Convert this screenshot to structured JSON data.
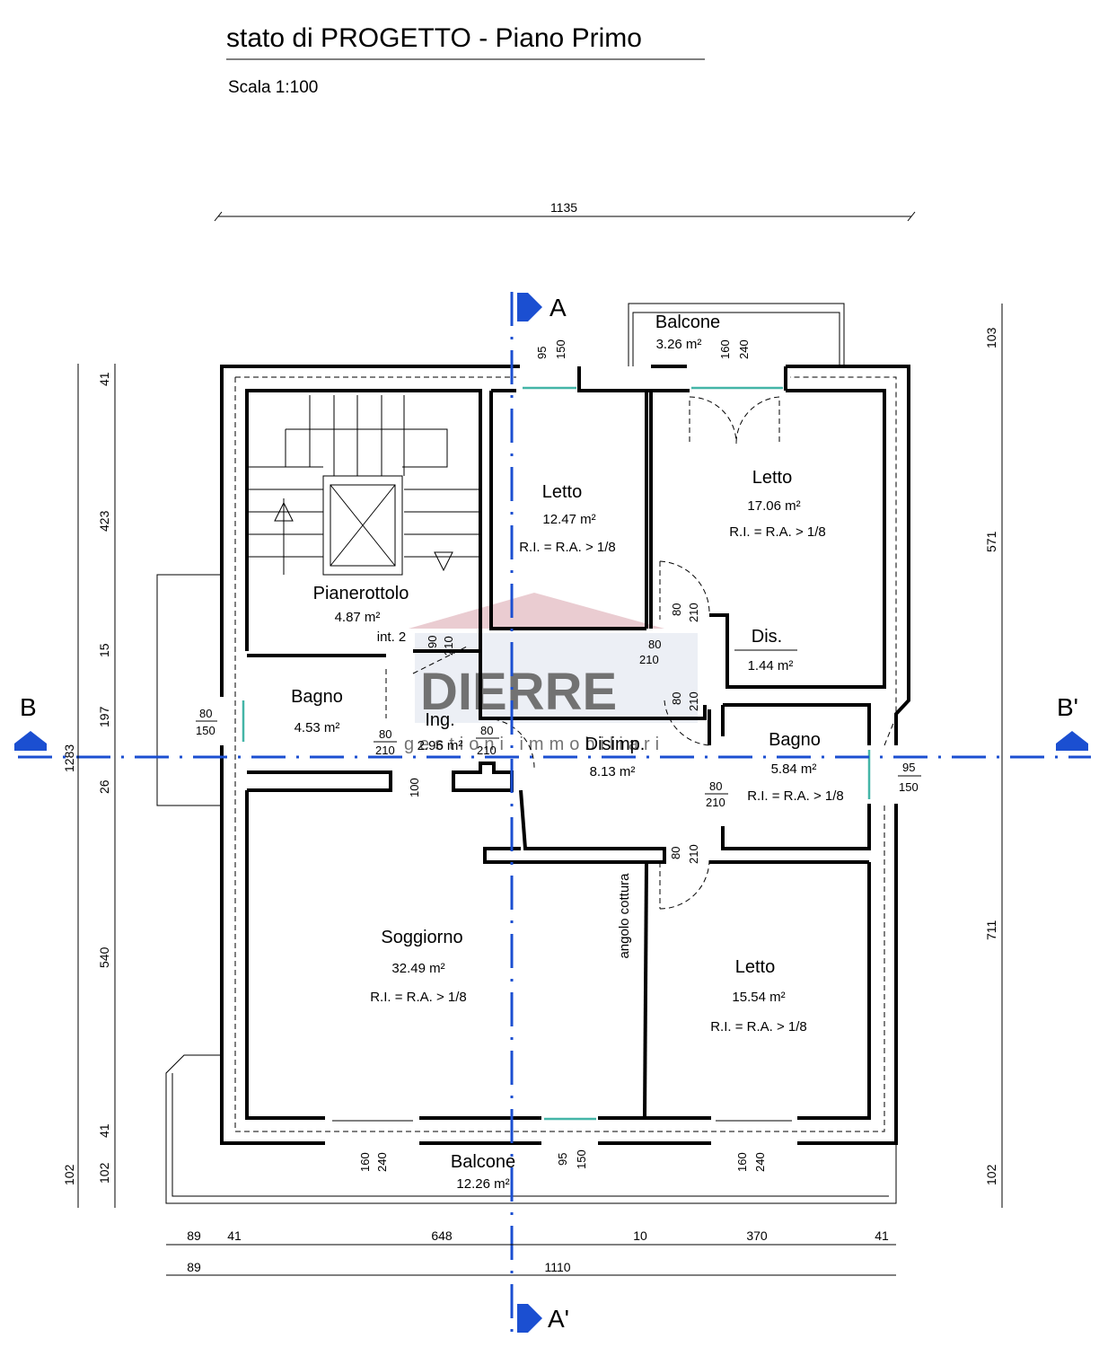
{
  "title": "stato di PROGETTO - Piano Primo",
  "scale": "Scala 1:100",
  "sections": {
    "a": "A",
    "a_prime": "A'",
    "b": "B",
    "b_prime": "B'"
  },
  "colors": {
    "walls": "#000000",
    "section_lines": "#1b4fd1",
    "windows": "#44b5a7",
    "watermark": "#d9a3ad"
  },
  "watermark": {
    "brand": "DIERRE",
    "tagline": "gestioni immobiliari"
  },
  "rooms": {
    "balcone_top": {
      "name": "Balcone",
      "area": "3.26 m²"
    },
    "letto_1": {
      "name": "Letto",
      "area": "12.47 m²",
      "note": "R.I. = R.A. > 1/8"
    },
    "letto_2": {
      "name": "Letto",
      "area": "17.06 m²",
      "note": "R.I. = R.A. > 1/8"
    },
    "pianerottolo": {
      "name": "Pianerottolo",
      "area": "4.87 m²",
      "note": "int. 2"
    },
    "dis": {
      "name": "Dis.",
      "area": "1.44 m²"
    },
    "bagno_1": {
      "name": "Bagno",
      "area": "4.53 m²"
    },
    "ing": {
      "name": "Ing.",
      "area": "2.96 m²"
    },
    "disimp": {
      "name": "Disimp.",
      "area": "8.13 m²"
    },
    "bagno_2": {
      "name": "Bagno",
      "area": "5.84 m²",
      "note": "R.I. = R.A. > 1/8"
    },
    "soggiorno": {
      "name": "Soggiorno",
      "area": "32.49 m²",
      "note": "R.I. = R.A. > 1/8"
    },
    "angolo": {
      "name": "angolo cottura"
    },
    "letto_3": {
      "name": "Letto",
      "area": "15.54 m²",
      "note": "R.I. = R.A. > 1/8"
    },
    "balcone_bottom": {
      "name": "Balcone",
      "area": "12.26 m²"
    }
  },
  "openings": {
    "top_win_1": {
      "w": "95",
      "h": "150"
    },
    "top_door": {
      "w": "160",
      "h": "240"
    },
    "stair_door": {
      "w": "90",
      "h": "210"
    },
    "door_letto1": {
      "w": "80",
      "h": "210"
    },
    "door_letto2": {
      "w": "80",
      "h": "210"
    },
    "door_dis": {
      "w": "80",
      "h": "210"
    },
    "win_bagno1": {
      "w": "80",
      "h": "150"
    },
    "door_bagno1": {
      "w": "80",
      "h": "210"
    },
    "door_ing": {
      "w": "80",
      "h": "210"
    },
    "opening_100": "100",
    "win_bagno2": {
      "w": "95",
      "h": "150"
    },
    "door_bagno2": {
      "w": "80",
      "h": "210"
    },
    "door_letto3": {
      "w": "80",
      "h": "210"
    },
    "bottom_door_1": {
      "w": "160",
      "h": "240"
    },
    "bottom_win": {
      "w": "95",
      "h": "150"
    },
    "bottom_door_2": {
      "w": "160",
      "h": "240"
    }
  },
  "dimensions": {
    "top_total": "1135",
    "left_outer": [
      "102",
      "1283"
    ],
    "left_inner": [
      "41",
      "423",
      "15",
      "197",
      "26",
      "540",
      "41",
      "102"
    ],
    "right": [
      "103",
      "571",
      "711",
      "102"
    ],
    "bottom_row1": [
      "89",
      "41",
      "648",
      "10",
      "370",
      "41"
    ],
    "bottom_row2": [
      "89",
      "1110"
    ]
  }
}
